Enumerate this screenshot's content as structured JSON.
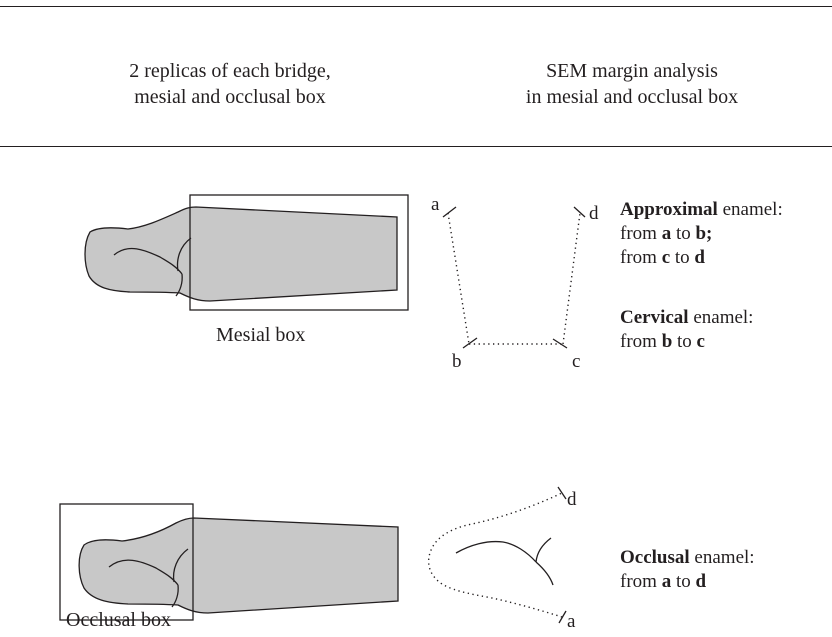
{
  "header": {
    "left_line1": "2 replicas of each bridge,",
    "left_line2": "mesial and occlusal box",
    "right_line1": "SEM margin analysis",
    "right_line2": "in mesial and occlusal box"
  },
  "mesial": {
    "box_label": "Mesial box",
    "points": {
      "a": "a",
      "b": "b",
      "c": "c",
      "d": "d"
    },
    "legend": {
      "approximal_term": "Approximal",
      "approximal_rest": " enamel:",
      "from1": "from ",
      "a": "a",
      "to1": " to ",
      "b": "b",
      "sep1": ";",
      "from2": "from ",
      "c": "c",
      "to2": " to ",
      "d": "d",
      "cervical_term": "Cervical",
      "cervical_rest": " enamel:",
      "from3": "from ",
      "b2": "b",
      "to3": " to ",
      "c2": "c"
    }
  },
  "occlusal": {
    "box_label": "Occlusal box",
    "points": {
      "a": "a",
      "d": "d"
    },
    "legend": {
      "occlusal_term": "Occlusal",
      "occlusal_rest": " enamel:",
      "from": "from ",
      "a": "a",
      "to": " to ",
      "d": "d"
    }
  },
  "colors": {
    "tooth_fill": "#c8c8c8",
    "stroke": "#231f20",
    "background": "#ffffff"
  }
}
